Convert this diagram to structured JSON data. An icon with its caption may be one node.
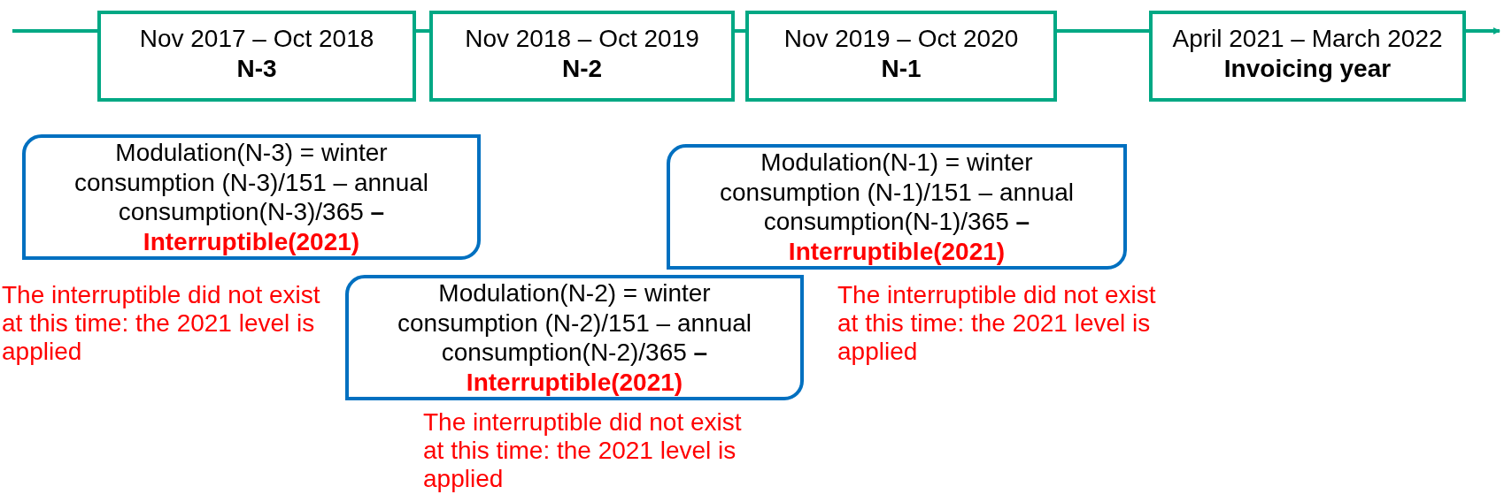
{
  "diagram": {
    "nodes": [
      {
        "text": [
          "Nov 2017 – Oct 2018",
          "N-3"
        ]
      },
      {
        "text": [
          "Nov 2018 – Oct 2019",
          "N-2"
        ]
      },
      {
        "text": [
          "Nov 2019 – Oct 2020",
          "N-1"
        ]
      },
      {
        "text": [
          "April 2021 – March 2022",
          "Invoicing year"
        ]
      },
      {
        "text": [
          "Modulation(N-3) = winter consumption (N-3)/151 – annual consumption(N-3)/365 **–**",
          "Interruptible(2021)"
        ],
        "beside": [
          "The interruptible did not exist at this time: the 2021 level is applied"
        ]
      },
      {
        "text": [
          "Modulation(N-2) = winter consumption (N-2)/151 – annual consumption(N-2)/365 **–**",
          "Interruptible(2021)"
        ],
        "beside": [
          "The interruptible did not exist at this time: the 2021 level is applied"
        ]
      },
      {
        "text": [
          "Modulation(N-1) = winter consumption (N-1)/151 – annual consumption(N-1)/365 **–**",
          "Interruptible(2021)"
        ],
        "beside": [
          "The interruptible did not exist at this time: the 2021 level is applied"
        ]
      }
    ],
    "edges": [
      {
        "from": null,
        "to": 0,
        "arrow": "none"
      },
      {
        "from": 0,
        "to": 1,
        "arrow": "none"
      },
      {
        "from": 1,
        "to": 2,
        "arrow": "none"
      },
      {
        "from": 2,
        "to": 3,
        "arrow": "none"
      },
      {
        "from": 3,
        "to": null,
        "arrow": "to"
      }
    ]
  }
}
